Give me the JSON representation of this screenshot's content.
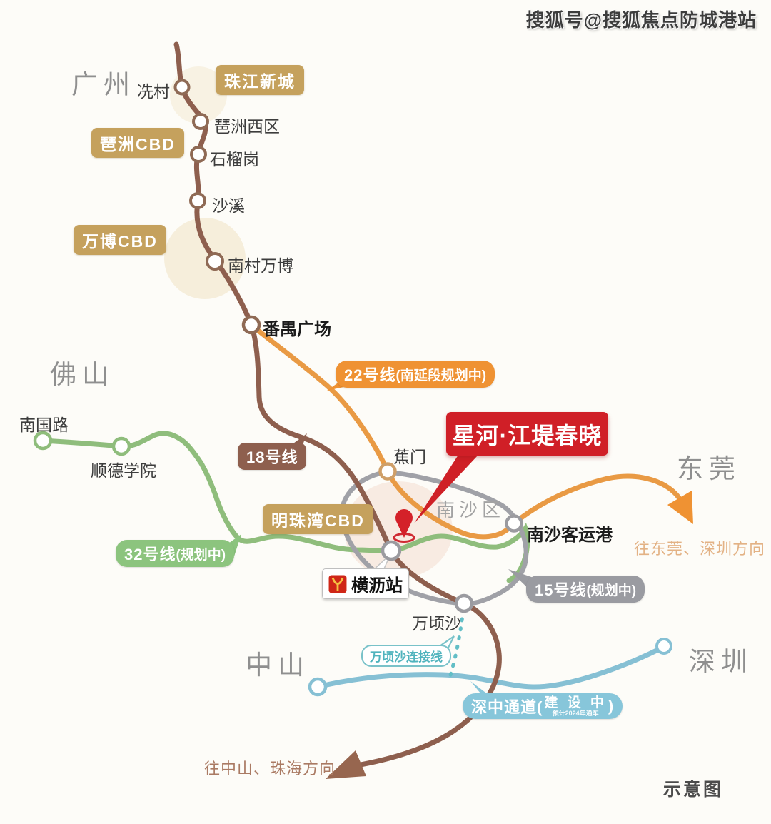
{
  "watermark": "搜狐号@搜狐焦点防城港站",
  "note": "示意图",
  "cities": {
    "guangzhou": "广州",
    "foshan": "佛山",
    "dongguan": "东莞",
    "zhongshan": "中山",
    "shenzhen": "深圳"
  },
  "region_label": "南沙区",
  "project_badge": "星河·江堤春晓",
  "area_badges": {
    "zhujiang_new_town": "珠江新城",
    "pazhou_cbd": "琶洲CBD",
    "wanbo_cbd": "万博CBD",
    "mingzhuwan_cbd": "明珠湾CBD"
  },
  "stations": {
    "xiancun": "冼村",
    "pazhou_west": "琶洲西区",
    "shiliugang": "石榴岗",
    "shaxi": "沙溪",
    "nancun_wanbo": "南村万博",
    "panyu_square": "番禺广场",
    "jiaomen": "蕉门",
    "nansha_port": "南沙客运港",
    "wanqingsha": "万顷沙",
    "nanguo_road": "南国路",
    "shunde_college": "顺德学院",
    "hengli": "横沥站"
  },
  "line_badges": {
    "line22": {
      "main": "22号线",
      "paren": "(南延段规划中)"
    },
    "line18": {
      "main": "18号线"
    },
    "line32": {
      "main": "32号线",
      "paren": "(规划中)"
    },
    "line15": {
      "main": "15号线",
      "paren": "(规划中)"
    },
    "wanqingsha_connector": "万顷沙连接线",
    "shenzhong": {
      "prefix": "深中通道(",
      "status": "建 设 中",
      "note": "预计2024年通车",
      "suffix": ")"
    }
  },
  "directions": {
    "to_dongguan": "往东莞、深圳方向",
    "to_zhongshan": "往中山、珠海方向"
  },
  "colors": {
    "line18_brown": "#8e5f4e",
    "line22_orange": "#ef9233",
    "line32_green": "#8cc47e",
    "line15_gray": "#9a9ba1",
    "shenzhong_blue": "#87c6da",
    "connector_teal": "#62bec6",
    "area_badge_tan": "#c5a15d",
    "project_red": "#d01f27"
  }
}
